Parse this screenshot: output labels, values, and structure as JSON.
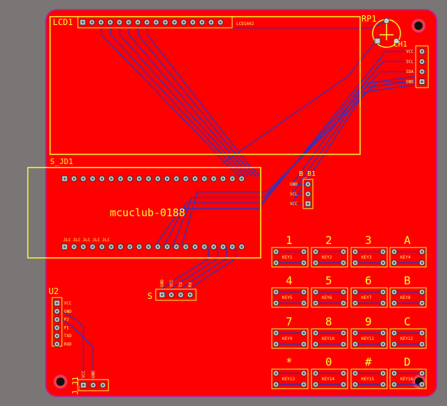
{
  "board": {
    "title": "mcuclub-0188",
    "colors": {
      "background": "#7a7676",
      "copper": "#ff0000",
      "trace": "#3a2fb8",
      "silkscreen": "#ffff33",
      "outline": "#c0208c"
    }
  },
  "components": {
    "lcd": {
      "designator": "LCD1",
      "value": "LCD1602"
    },
    "pot": {
      "designator": "RP1"
    },
    "ch": {
      "designator": "CH1",
      "pins": [
        "VCC",
        "SCL",
        "SDA",
        "GND"
      ]
    },
    "sjd": {
      "designator": "S_JD1"
    },
    "bb": {
      "designator": "B_B1",
      "pins": [
        "GND",
        "SCL",
        "VCC"
      ]
    },
    "bottom_header": {
      "labels": [
        "JLC",
        "JLC",
        "JLC",
        "JLC",
        "JLC"
      ]
    },
    "u2": {
      "designator": "U2",
      "pins": [
        "VCC",
        "GND",
        "P2",
        "P1",
        "TXD",
        "RXD"
      ]
    },
    "j1": {
      "designator": "J_J1",
      "pins": [
        "VCC",
        "GND"
      ]
    },
    "p3": {
      "designator": "S",
      "pins": [
        "GND",
        "VCC",
        "TX",
        "RX"
      ]
    }
  },
  "keypad": {
    "keys": [
      {
        "symbol": "1",
        "label": "KEY1"
      },
      {
        "symbol": "2",
        "label": "KEY2"
      },
      {
        "symbol": "3",
        "label": "KEY3"
      },
      {
        "symbol": "A",
        "label": "KEY4"
      },
      {
        "symbol": "4",
        "label": "KEY5"
      },
      {
        "symbol": "5",
        "label": "KEY6"
      },
      {
        "symbol": "6",
        "label": "KEY7"
      },
      {
        "symbol": "B",
        "label": "KEY8"
      },
      {
        "symbol": "7",
        "label": "KEY9"
      },
      {
        "symbol": "8",
        "label": "KEY10"
      },
      {
        "symbol": "9",
        "label": "KEY11"
      },
      {
        "symbol": "C",
        "label": "KEY12"
      },
      {
        "symbol": "*",
        "label": "KEY13"
      },
      {
        "symbol": "0",
        "label": "KEY14"
      },
      {
        "symbol": "#",
        "label": "KEY15"
      },
      {
        "symbol": "D",
        "label": "KEY16"
      }
    ]
  }
}
